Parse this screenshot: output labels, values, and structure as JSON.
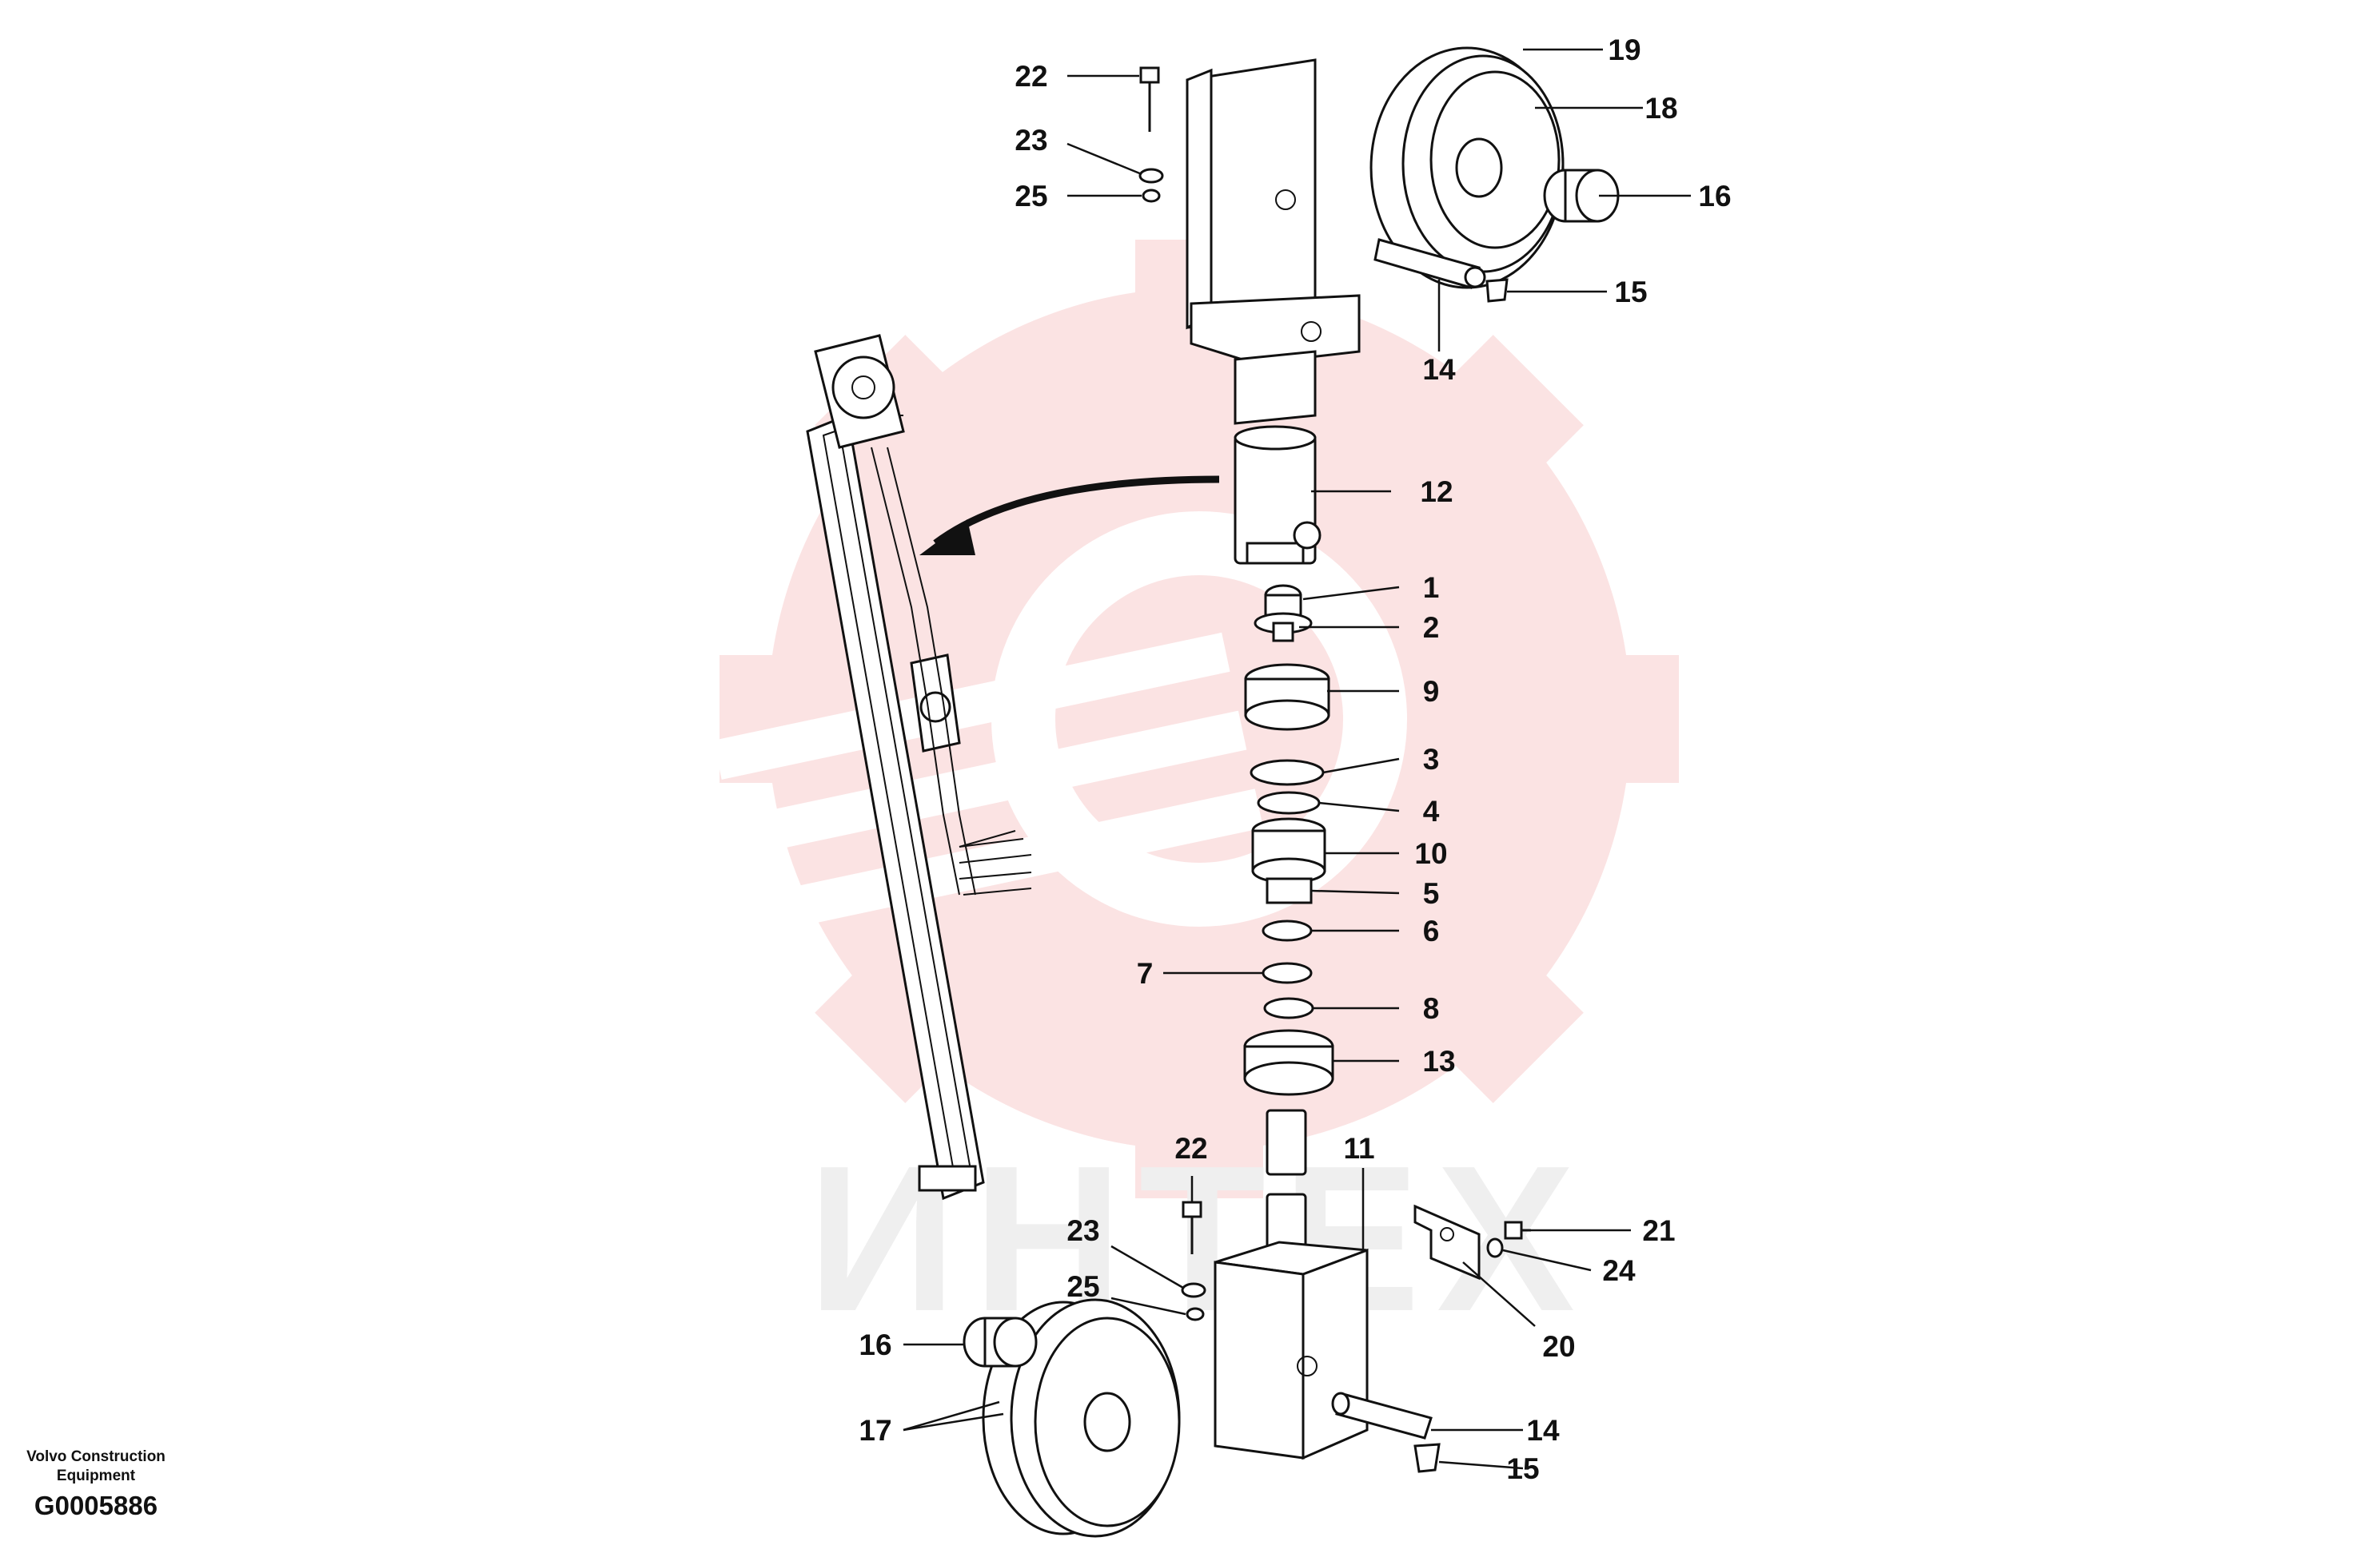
{
  "footer": {
    "brand_line1": "Volvo Construction",
    "brand_line2": "Equipment",
    "figure_code": "G0005886"
  },
  "watermark": {
    "text": "ИНТЕХ",
    "color": "#f2f2f2",
    "gear_color": "#fbe3e3"
  },
  "labels": {
    "p1": "1",
    "p2": "2",
    "p3": "3",
    "p4": "4",
    "p5": "5",
    "p6": "6",
    "p7": "7",
    "p8": "8",
    "p9": "9",
    "p10": "10",
    "p11": "11",
    "p12": "12",
    "p13": "13",
    "p14_top": "14",
    "p14_bottom": "14",
    "p15_top": "15",
    "p15_bottom": "15",
    "p16_top": "16",
    "p16_bottom": "16",
    "p17": "17",
    "p18": "18",
    "p19": "19",
    "p20": "20",
    "p21": "21",
    "p22_top": "22",
    "p22_bottom": "22",
    "p23_top": "23",
    "p23_bottom": "23",
    "p24": "24",
    "p25_top": "25",
    "p25_bottom": "25"
  }
}
